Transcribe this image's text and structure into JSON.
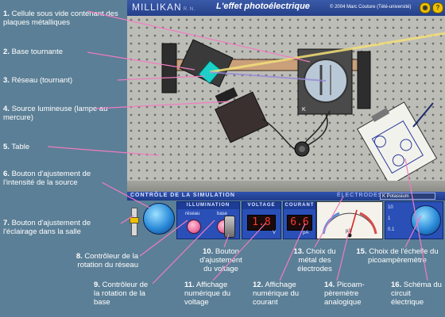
{
  "app": {
    "brand": "MILLIKAN",
    "brand_sub": "R.N.",
    "title": "L'effet photoélectrique",
    "copyright": "© 2004 Marc Couture (Télé-université)",
    "help_label": "?",
    "eye_label": "◉"
  },
  "controls": {
    "section_title": "CONTRÔLE DE LA SIMULATION",
    "illumination_title": "ILLUMINATION",
    "reseau_label": "réseau",
    "base_label": "base",
    "voltage_title": "VOLTAGE",
    "courant_title": "COURANT",
    "voltage_value": "1.8",
    "voltage_unit": "V",
    "courant_value": "6.6",
    "courant_unit": "pA",
    "electrodes_label": "ÉLECTRODES",
    "electrode_selected": "K  Potassium",
    "meter_unit": "pA",
    "scale_labels": [
      "10",
      "1",
      "0.1"
    ]
  },
  "scene": {
    "cell_marker": "K"
  },
  "annotations": [
    {
      "num": "1.",
      "text": "Cellule sous vide contenant des plaques métalliques"
    },
    {
      "num": "2.",
      "text": "Base tournante"
    },
    {
      "num": "3.",
      "text": "Réseau (tournant)"
    },
    {
      "num": "4.",
      "text": "Source lumineuse (lampe au mercure)"
    },
    {
      "num": "5.",
      "text": "Table"
    },
    {
      "num": "6.",
      "text": "Bouton d'ajustement de l'intensité de la source"
    },
    {
      "num": "7.",
      "text": "Bouton d'ajustement de l'éclairage dans la salle"
    },
    {
      "num": "8.",
      "text": "Contrôleur de la rotation du réseau"
    },
    {
      "num": "9.",
      "text": "Contrôleur de la rotation de la base"
    },
    {
      "num": "10.",
      "text": "Bouton d'ajustement du voltage"
    },
    {
      "num": "11.",
      "text": "Affichage numérique du voltage"
    },
    {
      "num": "12.",
      "text": "Affichage numérique du courant"
    },
    {
      "num": "13.",
      "text": "Choix du métal des électrodes"
    },
    {
      "num": "14.",
      "text": "Picoam-pèremètre analogique"
    },
    {
      "num": "15.",
      "text": "Choix de l'échelle du picoampèremètre"
    },
    {
      "num": "16.",
      "text": "Schéma du circuit électrique"
    }
  ]
}
